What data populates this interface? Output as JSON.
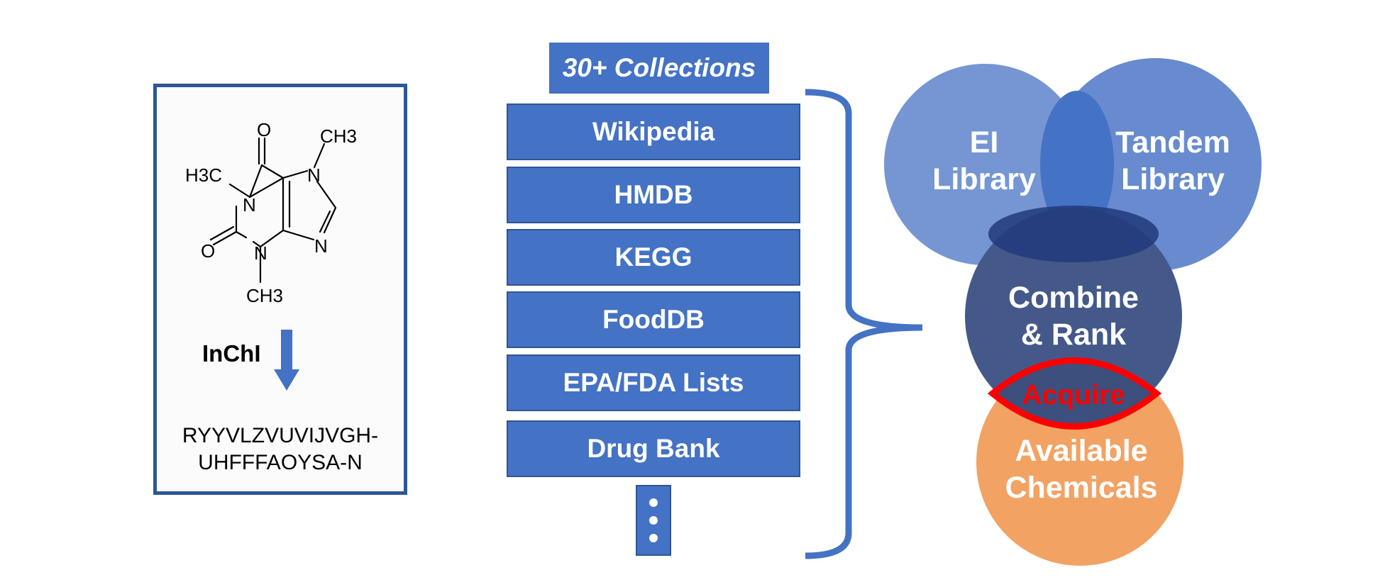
{
  "molecule_panel": {
    "atoms": {
      "o_top": "O",
      "o_left": "O",
      "n1": "N",
      "n3": "N",
      "n7": "N",
      "n9": "N",
      "methyl_top_right": "CH3",
      "methyl_left": "H3C",
      "methyl_bottom": "CH3"
    },
    "arrow_label": "InChI",
    "inchikey_line1": "RYYVLZVUVIJVGH-",
    "inchikey_line2": "UHFFFAOYSA-N"
  },
  "collections": {
    "header": "30+ Collections",
    "items": [
      "Wikipedia",
      "HMDB",
      "KEGG",
      "FoodDB",
      "EPA/FDA Lists",
      "Drug Bank"
    ]
  },
  "venn": {
    "ei_line1": "EI",
    "ei_line2": "Library",
    "tandem_line1": "Tandem",
    "tandem_line2": "Library",
    "combine_line1": "Combine",
    "combine_line2": "& Rank",
    "acquire": "Acquire",
    "available_line1": "Available",
    "available_line2": "Chemicals"
  },
  "colors": {
    "box_blue": "#4472c4",
    "border_blue": "#2f5597",
    "ei_circle": "#7596d3",
    "tandem_circle": "#6287cc",
    "combine_circle": "#44598a",
    "available_circle": "#f2a263",
    "acquire_red": "#ff0000"
  }
}
